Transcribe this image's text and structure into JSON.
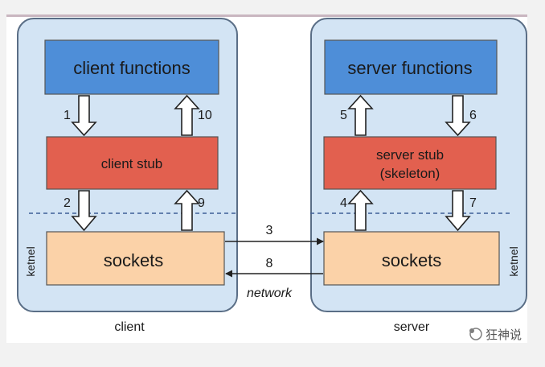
{
  "diagram": {
    "client": {
      "caption": "client",
      "kernel_label": "ketnel",
      "functions_label": "client functions",
      "stub_label": "client stub",
      "sockets_label": "sockets"
    },
    "server": {
      "caption": "server",
      "kernel_label": "ketnel",
      "functions_label": "server functions",
      "stub_label_line1": "server stub",
      "stub_label_line2": "(skeleton)",
      "sockets_label": "sockets"
    },
    "network_label": "network",
    "steps": {
      "s1": "1",
      "s2": "2",
      "s3": "3",
      "s4": "4",
      "s5": "5",
      "s6": "6",
      "s7": "7",
      "s8": "8",
      "s9": "9",
      "s10": "10"
    },
    "watermark": "狂神说"
  },
  "colors": {
    "container_fill": "#d3e4f4",
    "container_stroke": "#5a6e86",
    "functions_fill": "#4e8ed8",
    "stub_fill": "#e2604f",
    "sockets_fill": "#fbd2a8",
    "dashed_line": "#3e5f96",
    "arrow_stroke": "#222222"
  }
}
